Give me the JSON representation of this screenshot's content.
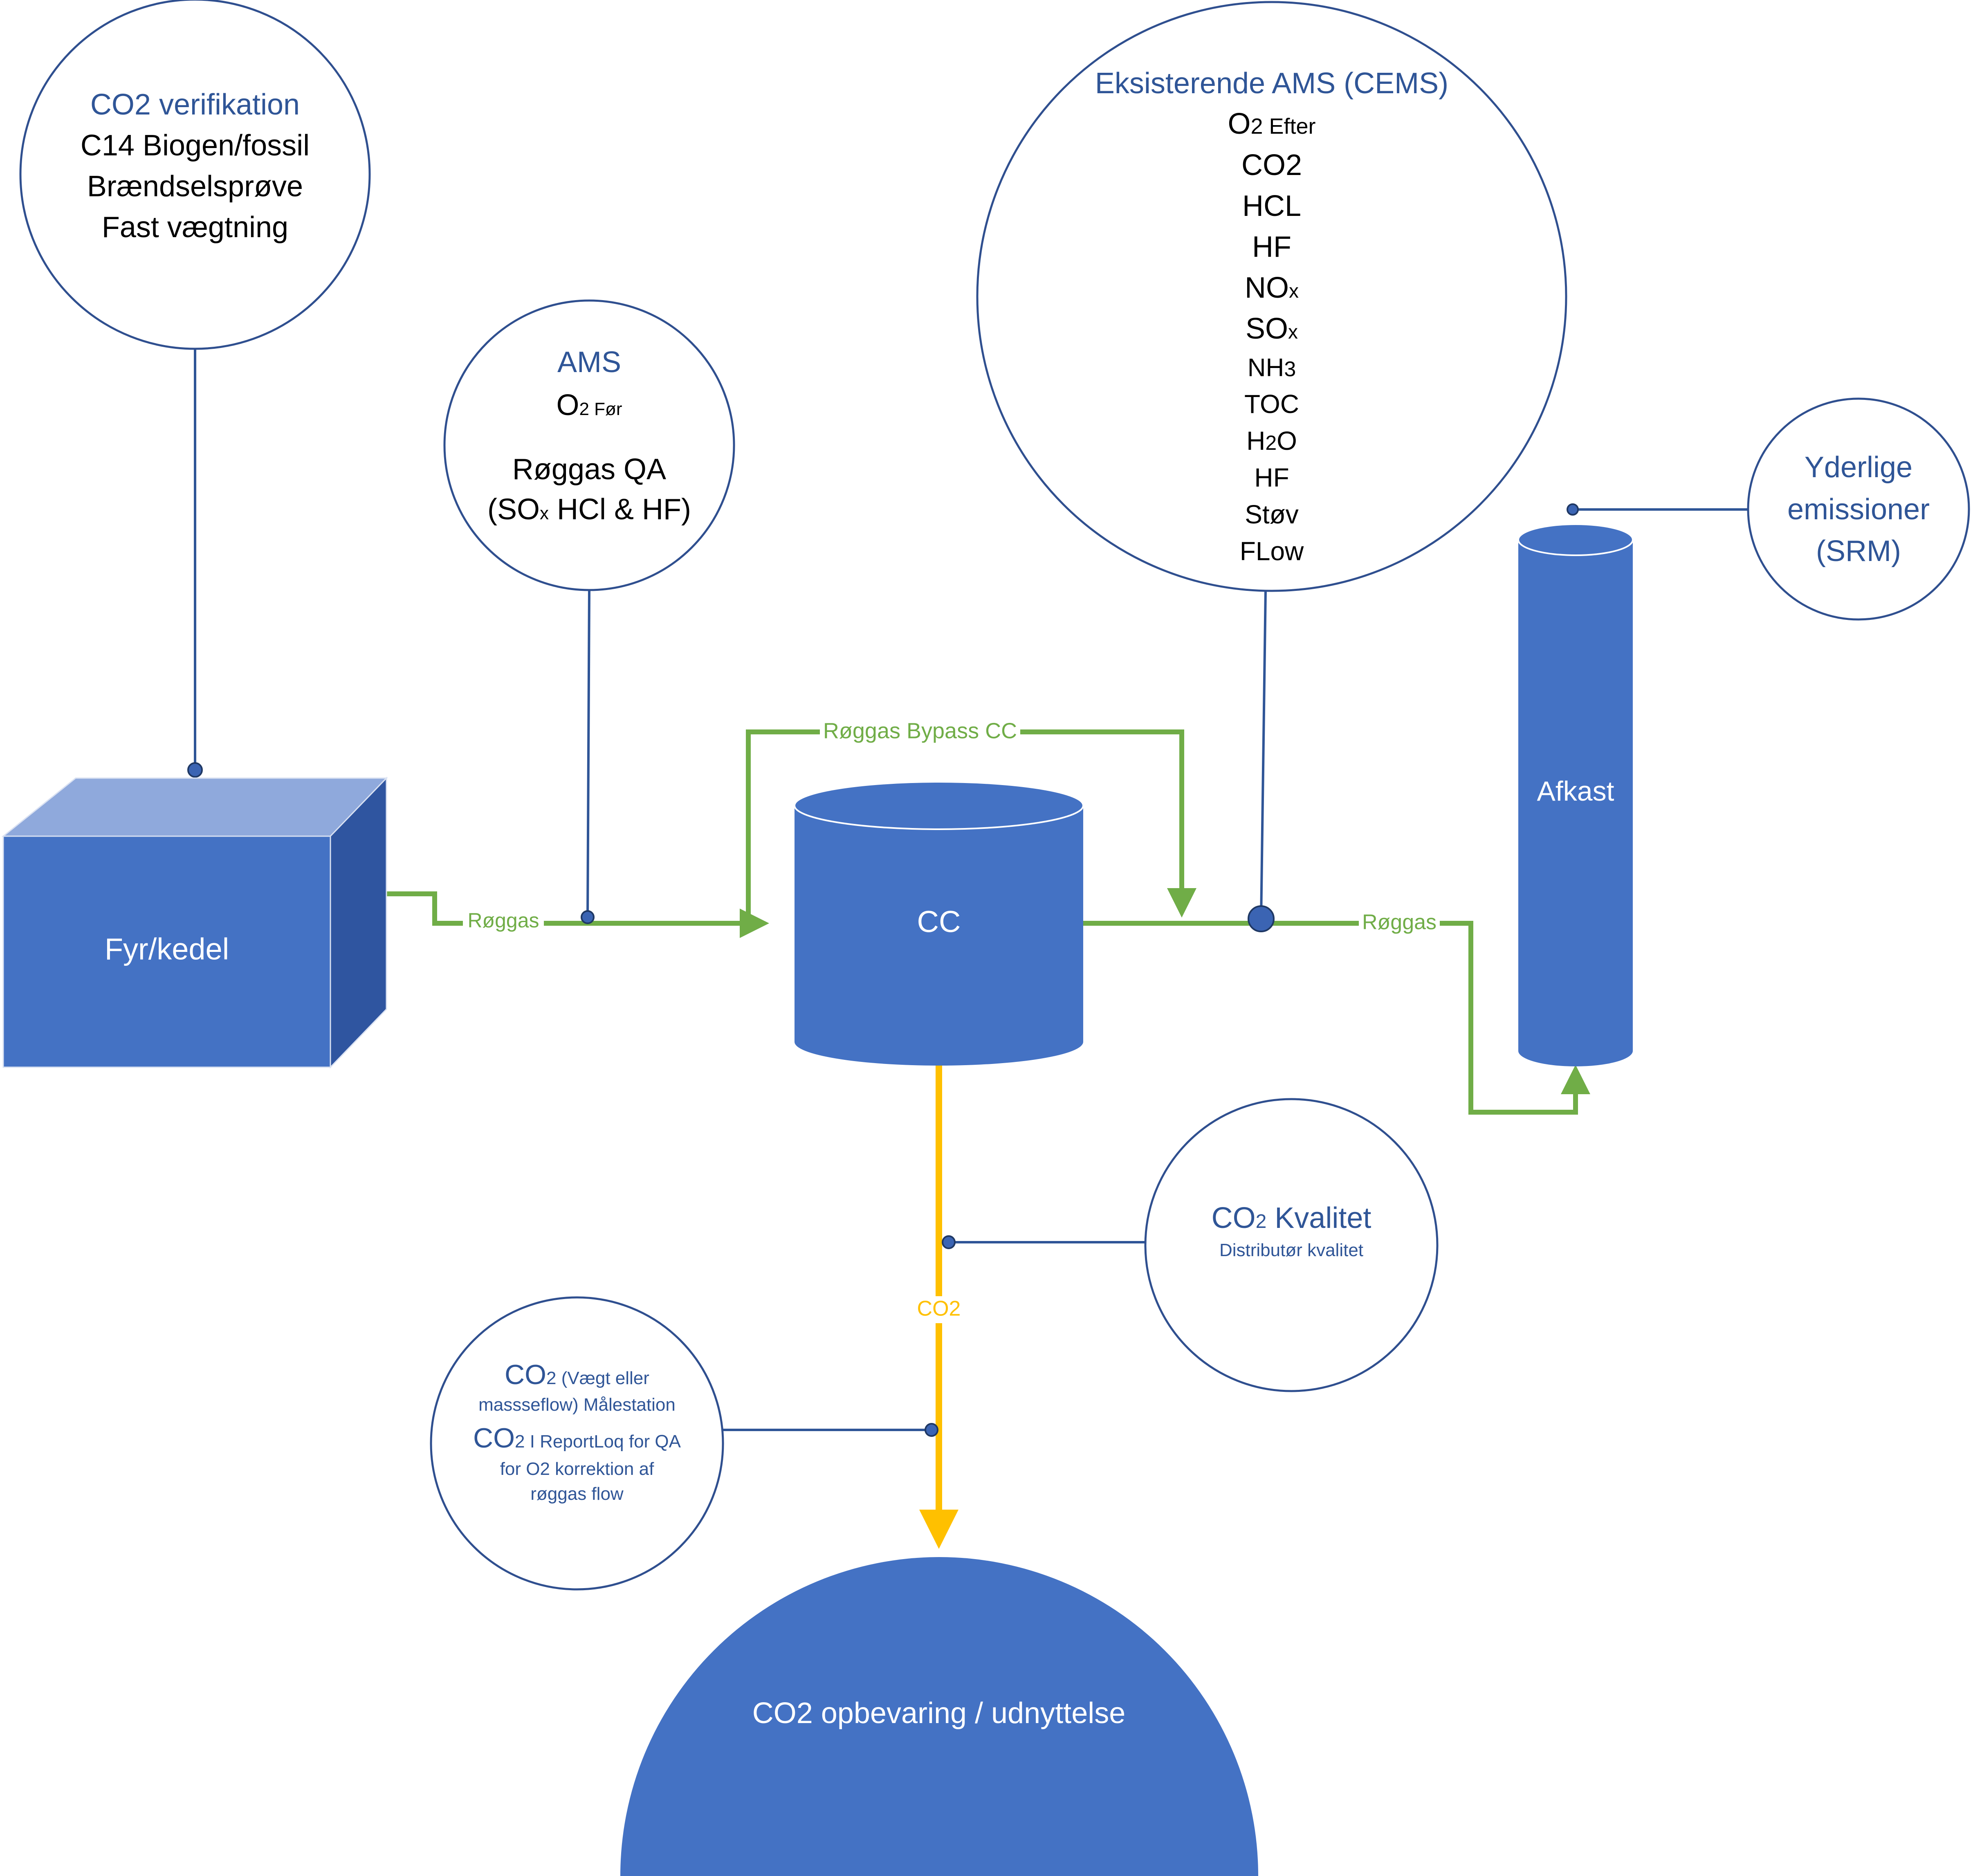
{
  "colors": {
    "blue_fill": "#4472C4",
    "blue_dark": "#2F55A0",
    "blue_light": "#8FA9DC",
    "outline": "#2F4F8F",
    "title_text": "#2F5597",
    "green": "#70AD47",
    "yellow": "#FFC000",
    "white": "#FFFFFF",
    "black": "#000000"
  },
  "co2_verification": {
    "title": "CO2 verifikation",
    "lines": [
      "C14 Biogen/fossil",
      "Brændselsprøve",
      "Fast vægtning"
    ]
  },
  "ams": {
    "title": "AMS",
    "o2_main": "O",
    "o2_sub": "2 Før",
    "qa_line1": "Røggas QA",
    "qa_line2_a": "(SO",
    "qa_line2_sub": "x",
    "qa_line2_b": " HCl & HF)"
  },
  "cems": {
    "title": "Eksisterende AMS (CEMS)",
    "o2_main": "O",
    "o2_sub": "2 Efter",
    "co2": "CO2",
    "hcl": "HCL",
    "hf": "HF",
    "nox_main": "NO",
    "nox_sub": "x",
    "sox_main": "SO",
    "sox_sub": "x",
    "nh3_main": "NH",
    "nh3_sub": "3",
    "toc": "TOC",
    "h2o_main": "H",
    "h2o_sub": "2",
    "h2o_end": "O",
    "hf2": "HF",
    "dust": "Støv",
    "flow": "FLow"
  },
  "further": {
    "line1": "Yderlige",
    "line2": "emissioner",
    "line3": "(SRM)"
  },
  "boiler": {
    "label": "Fyr/kedel"
  },
  "cc": {
    "label": "CC"
  },
  "stack": {
    "label": "Afkast"
  },
  "storage": {
    "label": "CO2 opbevaring / udnyttelse"
  },
  "quality": {
    "title_main": "CO",
    "title_sub": "2",
    "title_end": " Kvalitet",
    "subtitle": "Distributør kvalitet"
  },
  "metering": {
    "l1_main": "CO",
    "l1_small": "2 (Vægt eller",
    "l2": "massseflow) Målestation",
    "l3_main": "CO",
    "l3_small": "2 I ReportLoq for QA",
    "l4": "for O2 korrektion af",
    "l5": "røggas flow"
  },
  "flows": {
    "flue_gas_in": "Røggas",
    "bypass": "Røggas Bypass CC",
    "flue_gas_out": "Røggas",
    "co2": "CO2"
  }
}
